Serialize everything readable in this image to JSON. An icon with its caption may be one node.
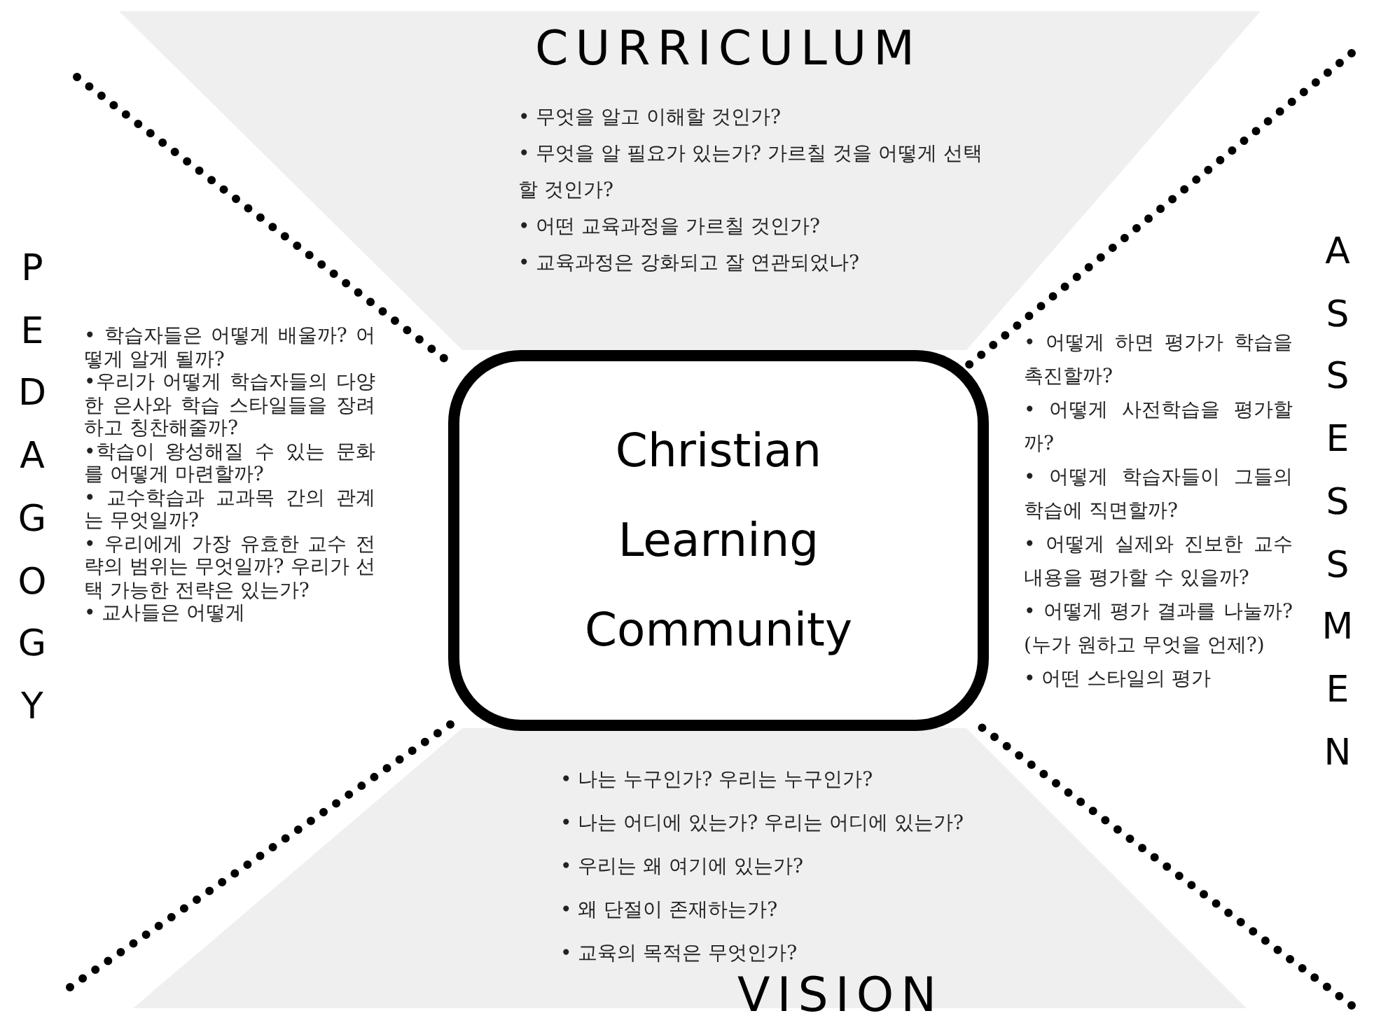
{
  "diagram": {
    "nodes": [
      {
        "text": [
          "CURRICULUM",
          "• 무엇을 알고 이해할 것인가?",
          "• 무엇을 알 필요가 있는가? 가르칠 것을 어떻게 선택할 것인가?",
          "• 어떤 교육과정을 가르칠 것인가?",
          "• 교육과정은 강화되고 잘 연관되었나?"
        ]
      },
      {
        "text": [
          "Christian Learning Community"
        ]
      },
      {
        "text": [
          "• 나는 누구인가? 우리는 누구인가?",
          "• 나는 어디에 있는가? 우리는 어디에 있는가?",
          "• 우리는 왜 여기에 있는가?",
          "• 왜 단절이 존재하는가?",
          "• 교육의 목적은 무엇인가?",
          "VISION"
        ]
      }
    ],
    "labels": [
      "PEDAGOGY",
      "• 학습자들은 어떻게 배울까? 어떻게 알게 될까?",
      "•우리가 어떻게 학습자들의 다양한 은사와 학습 스타일들을 장려하고 칭찬해줄까?",
      "•학습이 왕성해질 수 있는 문화를 어떻게 마련할까?",
      "• 교수학습과 교과목 간의 관계는 무엇일까?",
      "• 우리에게 가장 유효한 교수 전략의 범위는 무엇일까? 우리가 선택 가능한 전략은 있는가?",
      "• 교사들은 어떻게",
      "ASSESSMEN",
      "• 어떻게 하면 평가가 학습을 촉진할까?",
      "• 어떻게 사전학습을 평가할까?",
      "• 어떻게 학습자들이 그들의 학습에 직면할까?",
      "• 어떻게 실제와 진보한 교수내용을 평가할 수 있을까?",
      "• 어떻게 평가 결과를 나눌까?(누가 원하고 무엇을 언제?)",
      "• 어떤 스타일의 평가"
    ]
  }
}
